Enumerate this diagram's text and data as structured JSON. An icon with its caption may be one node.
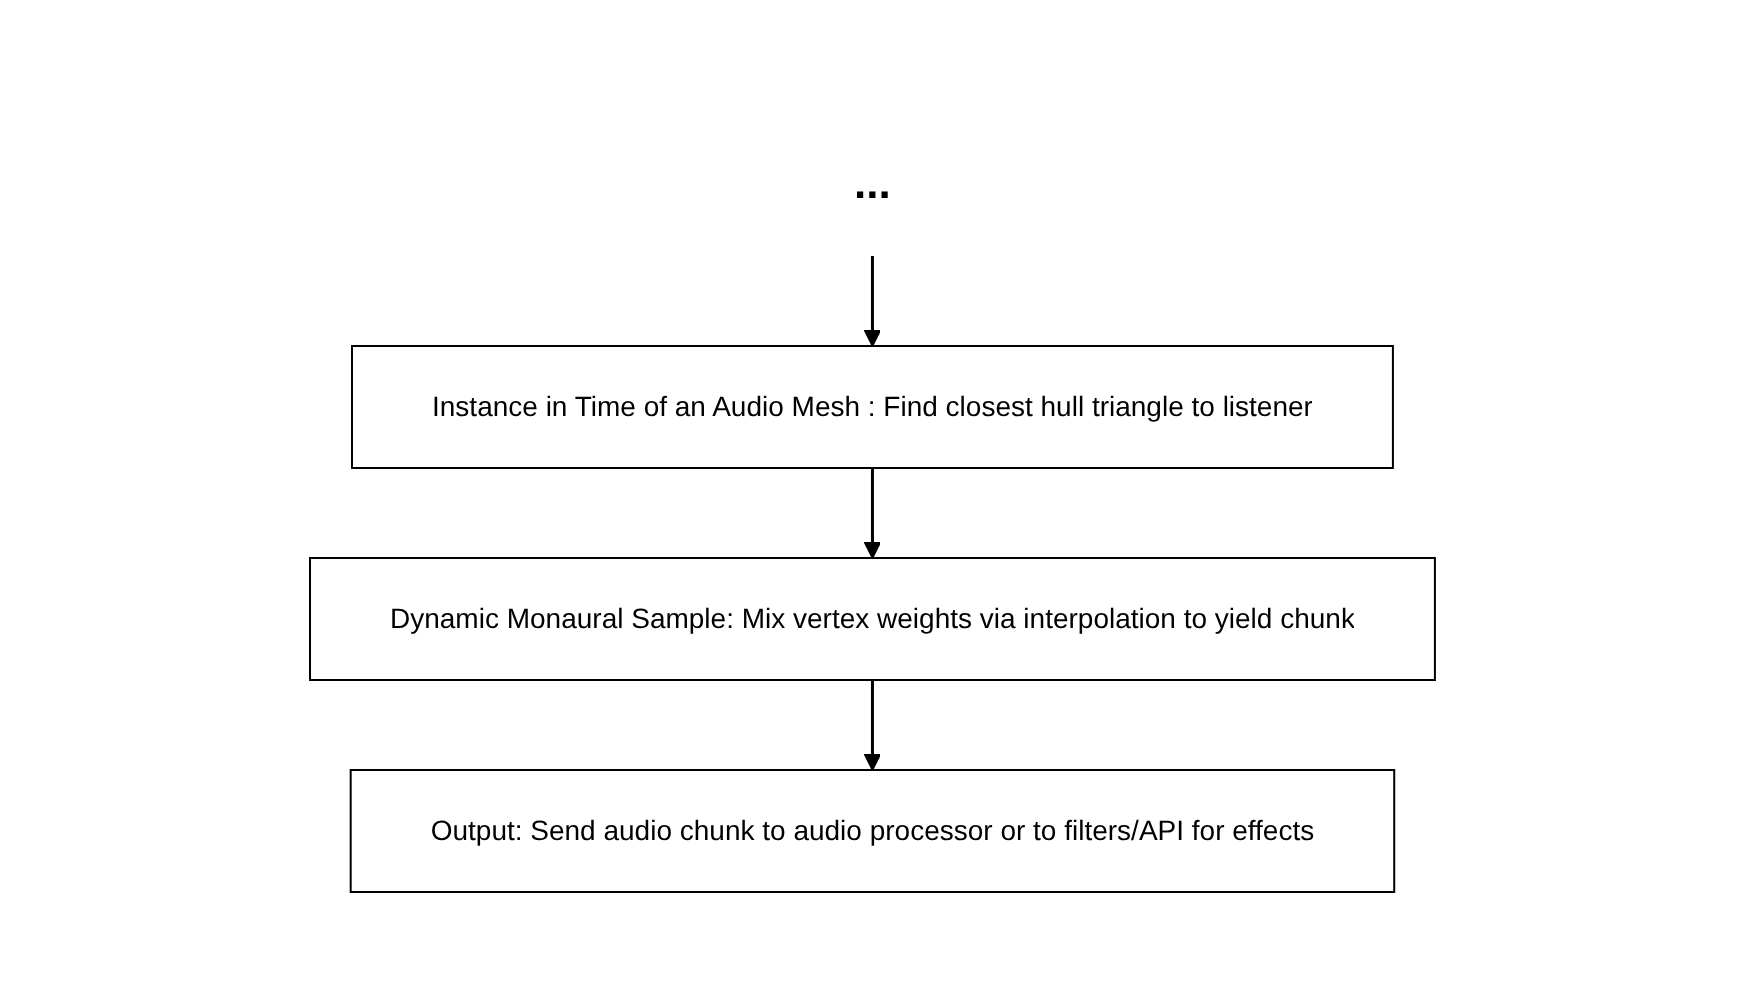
{
  "diagram": {
    "nodes": [
      {
        "text": [
          "..."
        ]
      },
      {
        "text": [
          "Instance in Time of an Audio Mesh : Find closest hull triangle to listener"
        ]
      },
      {
        "text": [
          "Dynamic Monaural Sample: Mix vertex weights via interpolation to yield chunk"
        ]
      },
      {
        "text": [
          "Output: Send audio chunk to audio processor or to filters/API for effects"
        ]
      }
    ],
    "edges": [
      {
        "from": 0,
        "to": 1,
        "arrow": "to"
      },
      {
        "from": 1,
        "to": 2,
        "arrow": "to"
      },
      {
        "from": 2,
        "to": 3,
        "arrow": "to"
      }
    ]
  }
}
